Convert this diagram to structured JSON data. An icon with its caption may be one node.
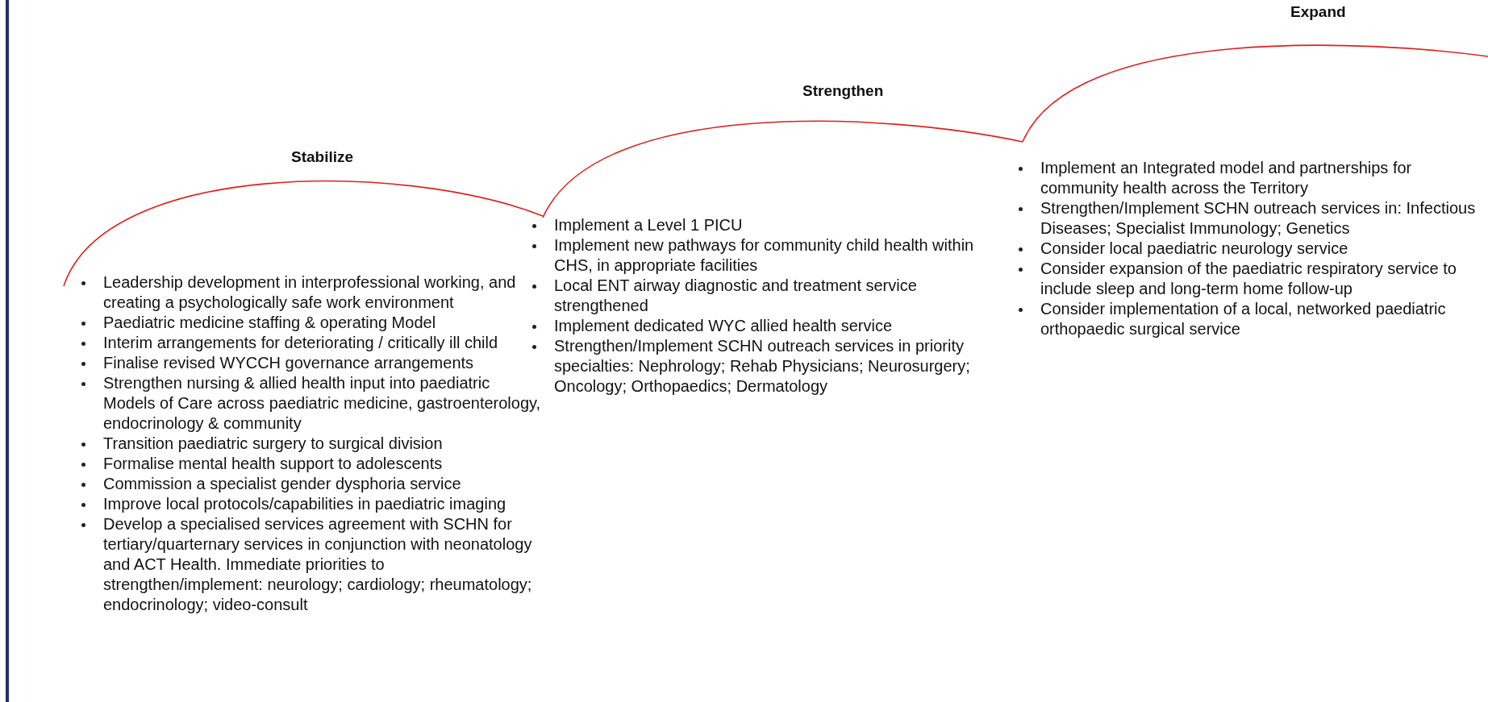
{
  "diagram": {
    "labels": [
      "Stabilize",
      "Leadership development in interprofessional working, and creating a psychologically safe work environment",
      "Paediatric medicine staffing & operating Model",
      "Interim arrangements for deteriorating / critically ill child",
      "Finalise revised WYCCH governance arrangements",
      "Strengthen nursing & allied health input into paediatric Models of Care across paediatric medicine, gastroenterology, endocrinology & community",
      "Transition paediatric surgery to surgical division",
      "Formalise mental health support to adolescents",
      "Commission a specialist gender dysphoria service",
      "Improve local protocols/capabilities in paediatric imaging",
      "Develop a specialised services agreement with SCHN for tertiary/quarternary services in conjunction with neonatology and ACT Health. Immediate priorities to strengthen/implement: neurology; cardiology; rheumatology; endocrinology; video-consult",
      "Strengthen",
      "Implement a Level 1 PICU",
      "Implement new pathways for community child health within CHS, in appropriate facilities",
      "Local ENT airway diagnostic and treatment service strengthened",
      "Implement dedicated WYC allied health service",
      "Strengthen/Implement SCHN outreach services in priority specialties: Nephrology; Rehab Physicians; Neurosurgery; Oncology; Orthopaedics; Dermatology",
      "Expand",
      "Implement an Integrated model and partnerships for community health across the Territory",
      "Strengthen/Implement SCHN outreach services in: Infectious Diseases; Specialist Immunology; Genetics",
      "Consider local paediatric neurology service",
      "Consider expansion of the paediatric respiratory service to include sleep and long-term home follow-up",
      "Consider implementation of a local, networked paediatric orthopaedic surgical service"
    ]
  }
}
